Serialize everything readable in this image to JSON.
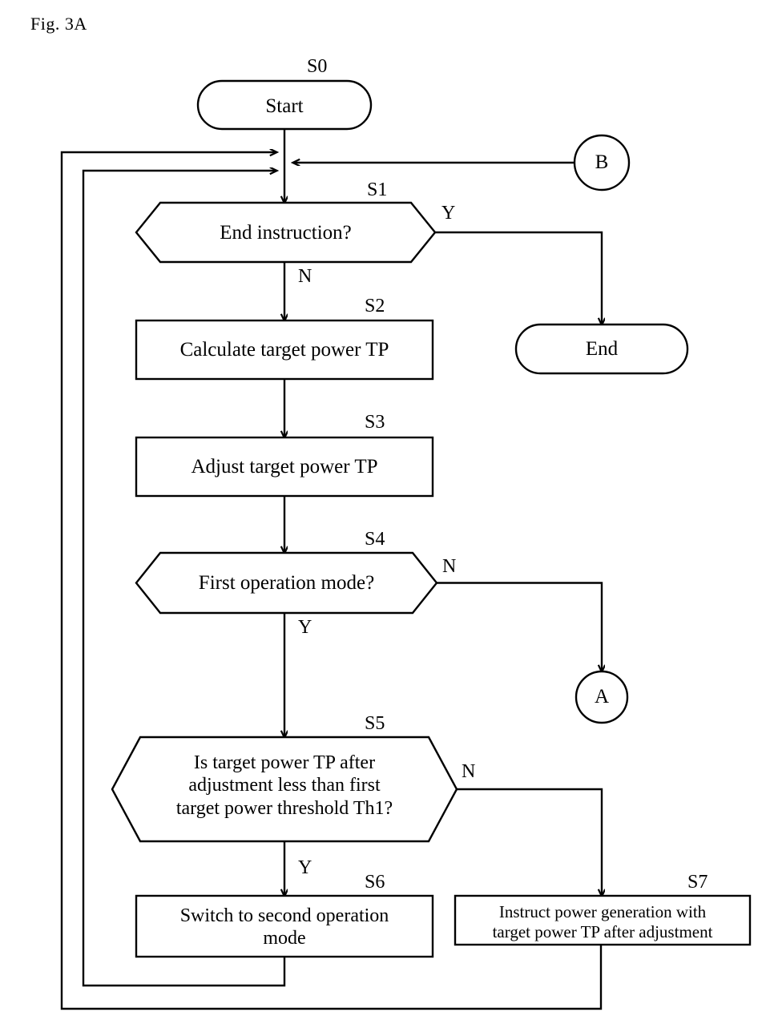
{
  "figure": {
    "label": "Fig. 3A"
  },
  "colors": {
    "stroke": "#000000",
    "fill": "#ffffff",
    "background": "#ffffff"
  },
  "diagram": {
    "type": "flowchart",
    "nodes": [
      {
        "id": "S0",
        "shape": "terminator",
        "tag": "S0",
        "text": "Start"
      },
      {
        "id": "S1",
        "shape": "hexagon",
        "tag": "S1",
        "text": "End instruction?"
      },
      {
        "id": "END",
        "shape": "terminator",
        "tag": "",
        "text": "End"
      },
      {
        "id": "S2",
        "shape": "process",
        "tag": "S2",
        "text": "Calculate target power TP"
      },
      {
        "id": "S3",
        "shape": "process",
        "tag": "S3",
        "text": "Adjust target power TP"
      },
      {
        "id": "S4",
        "shape": "hexagon",
        "tag": "S4",
        "text": "First operation mode?"
      },
      {
        "id": "A",
        "shape": "connector",
        "tag": "",
        "text": "A"
      },
      {
        "id": "B",
        "shape": "connector",
        "tag": "",
        "text": "B"
      },
      {
        "id": "S5",
        "shape": "hexagon",
        "tag": "S5",
        "text_lines": [
          "Is target power TP after",
          "adjustment less than first",
          "target power threshold Th1?"
        ]
      },
      {
        "id": "S6",
        "shape": "process",
        "tag": "S6",
        "text_lines": [
          "Switch to second operation",
          "mode"
        ]
      },
      {
        "id": "S7",
        "shape": "process",
        "tag": "S7",
        "text_lines": [
          "Instruct power generation with",
          "target power TP after adjustment"
        ]
      }
    ],
    "branch_labels": [
      {
        "id": "s1-yes",
        "text": "Y"
      },
      {
        "id": "s1-no",
        "text": "N"
      },
      {
        "id": "s4-no",
        "text": "N"
      },
      {
        "id": "s4-yes",
        "text": "Y"
      },
      {
        "id": "s5-no",
        "text": "N"
      },
      {
        "id": "s5-yes",
        "text": "Y"
      }
    ],
    "step_tags": {
      "s0": "S0",
      "s1": "S1",
      "s2": "S2",
      "s3": "S3",
      "s4": "S4",
      "s5": "S5",
      "s6": "S6",
      "s7": "S7"
    },
    "node_text": {
      "start": "Start",
      "end": "End",
      "s1": "End instruction?",
      "s2": "Calculate target power TP",
      "s3": "Adjust target power TP",
      "s4": "First operation mode?",
      "s5_line1": "Is target power TP after",
      "s5_line2": "adjustment less than first",
      "s5_line3": "target power threshold Th1?",
      "s6_line1": "Switch to second operation",
      "s6_line2": "mode",
      "s7_line1": "Instruct power generation with",
      "s7_line2": "target power TP after adjustment",
      "connector_a": "A",
      "connector_b": "B"
    }
  }
}
